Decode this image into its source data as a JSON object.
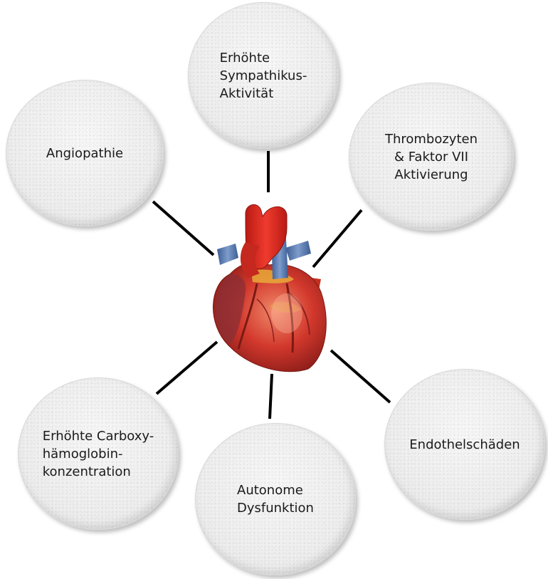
{
  "nodes": {
    "top": "Erhöhte\nSympathikus-\nAktivität",
    "top_left": "Angiopathie",
    "top_right": "Thrombozyten\n& Faktor VII\nAktivierung",
    "bottom_left": "Erhöhte Carboxy-\nhämoglobin-\nkonzentration",
    "bottom_center": "Autonome\nDysfunktion",
    "bottom_right": "Endothelschäden"
  },
  "colors": {
    "connector": "#000000",
    "heart_muscle": "#c8322a",
    "aorta": "#d9291f",
    "veins": "#5a7bb0",
    "fat": "#e8b23a"
  }
}
